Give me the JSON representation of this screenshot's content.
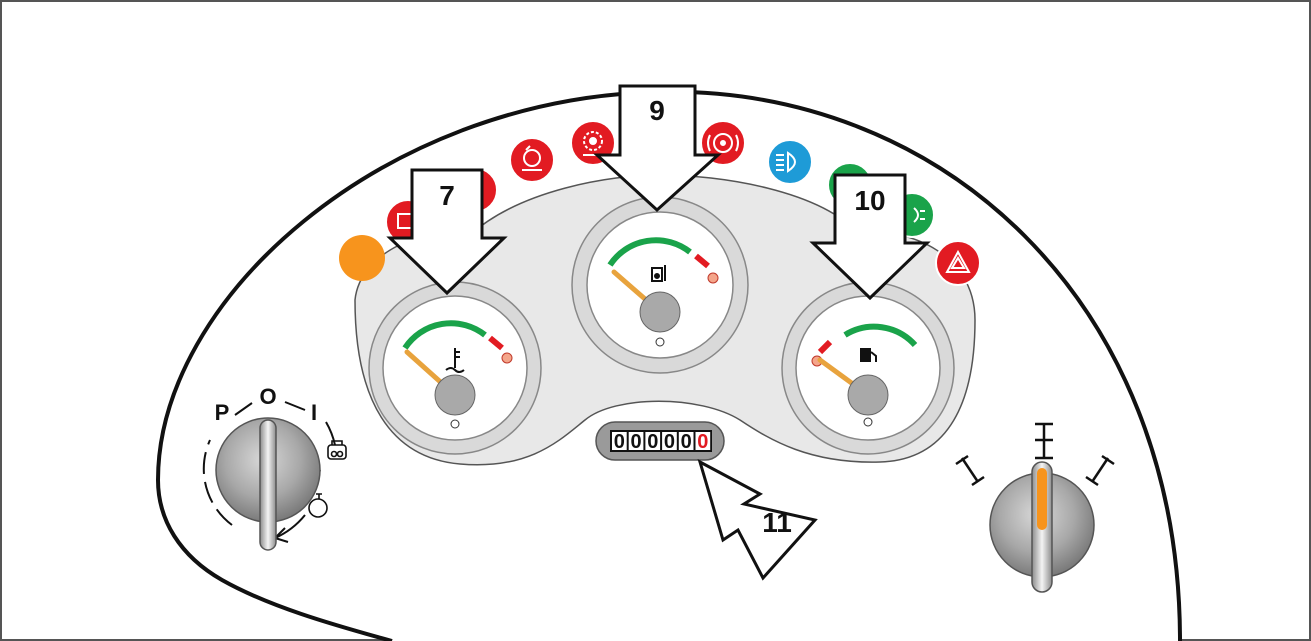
{
  "callouts": {
    "c7": "7",
    "c9": "9",
    "c10": "10",
    "c11": "11"
  },
  "ignition_switch": {
    "pos_p": "P",
    "pos_o": "O",
    "pos_i": "I"
  },
  "hour_meter": {
    "digits": [
      "0",
      "0",
      "0",
      "0",
      "0",
      "0"
    ]
  },
  "gauges": {
    "coolant_temperature": {
      "needle_level": 0.05,
      "icon": "coolant-temperature-icon"
    },
    "oil_temperature": {
      "needle_level": 0.05,
      "icon": "oil-temperature-icon"
    },
    "fuel_level": {
      "needle_level": 0.05,
      "icon": "fuel-pump-icon"
    }
  },
  "warning_lamps": [
    {
      "name": "amber-lamp",
      "color": "#f7941d"
    },
    {
      "name": "battery-charge-lamp",
      "color": "#e21b22",
      "icon": "battery-icon"
    },
    {
      "name": "red-lamp-partially-hidden",
      "color": "#e21b22"
    },
    {
      "name": "air-filter-lamp",
      "color": "#e21b22",
      "icon": "air-filter-icon"
    },
    {
      "name": "oil-pressure-lamp",
      "color": "#e21b22",
      "icon": "oil-pressure-icon"
    },
    {
      "name": "parking-brake-lamp",
      "color": "#e21b22",
      "icon": "brake-icon"
    },
    {
      "name": "high-beam-lamp",
      "color": "#1e9bd7",
      "icon": "high-beam-icon"
    },
    {
      "name": "green-lamp-partially-hidden",
      "color": "#1aa34a"
    },
    {
      "name": "side-lights-lamp",
      "color": "#1aa34a",
      "icon": "side-light-icon"
    },
    {
      "name": "hazard-lamp",
      "color": "#e21b22",
      "icon": "hazard-triangle-icon"
    }
  ],
  "drive_selector": {
    "icons": [
      "two-wheel-drive-icon-left",
      "four-wheel-drive-icon",
      "two-wheel-drive-icon-right"
    ]
  },
  "colors": {
    "gauge_green": "#1aa34a",
    "gauge_red": "#e21b22",
    "needle": "#e8a33d",
    "panel_grey": "#e6e6e6",
    "bezel_grey": "#cccccc",
    "knob_grey": "#9e9e9e"
  }
}
